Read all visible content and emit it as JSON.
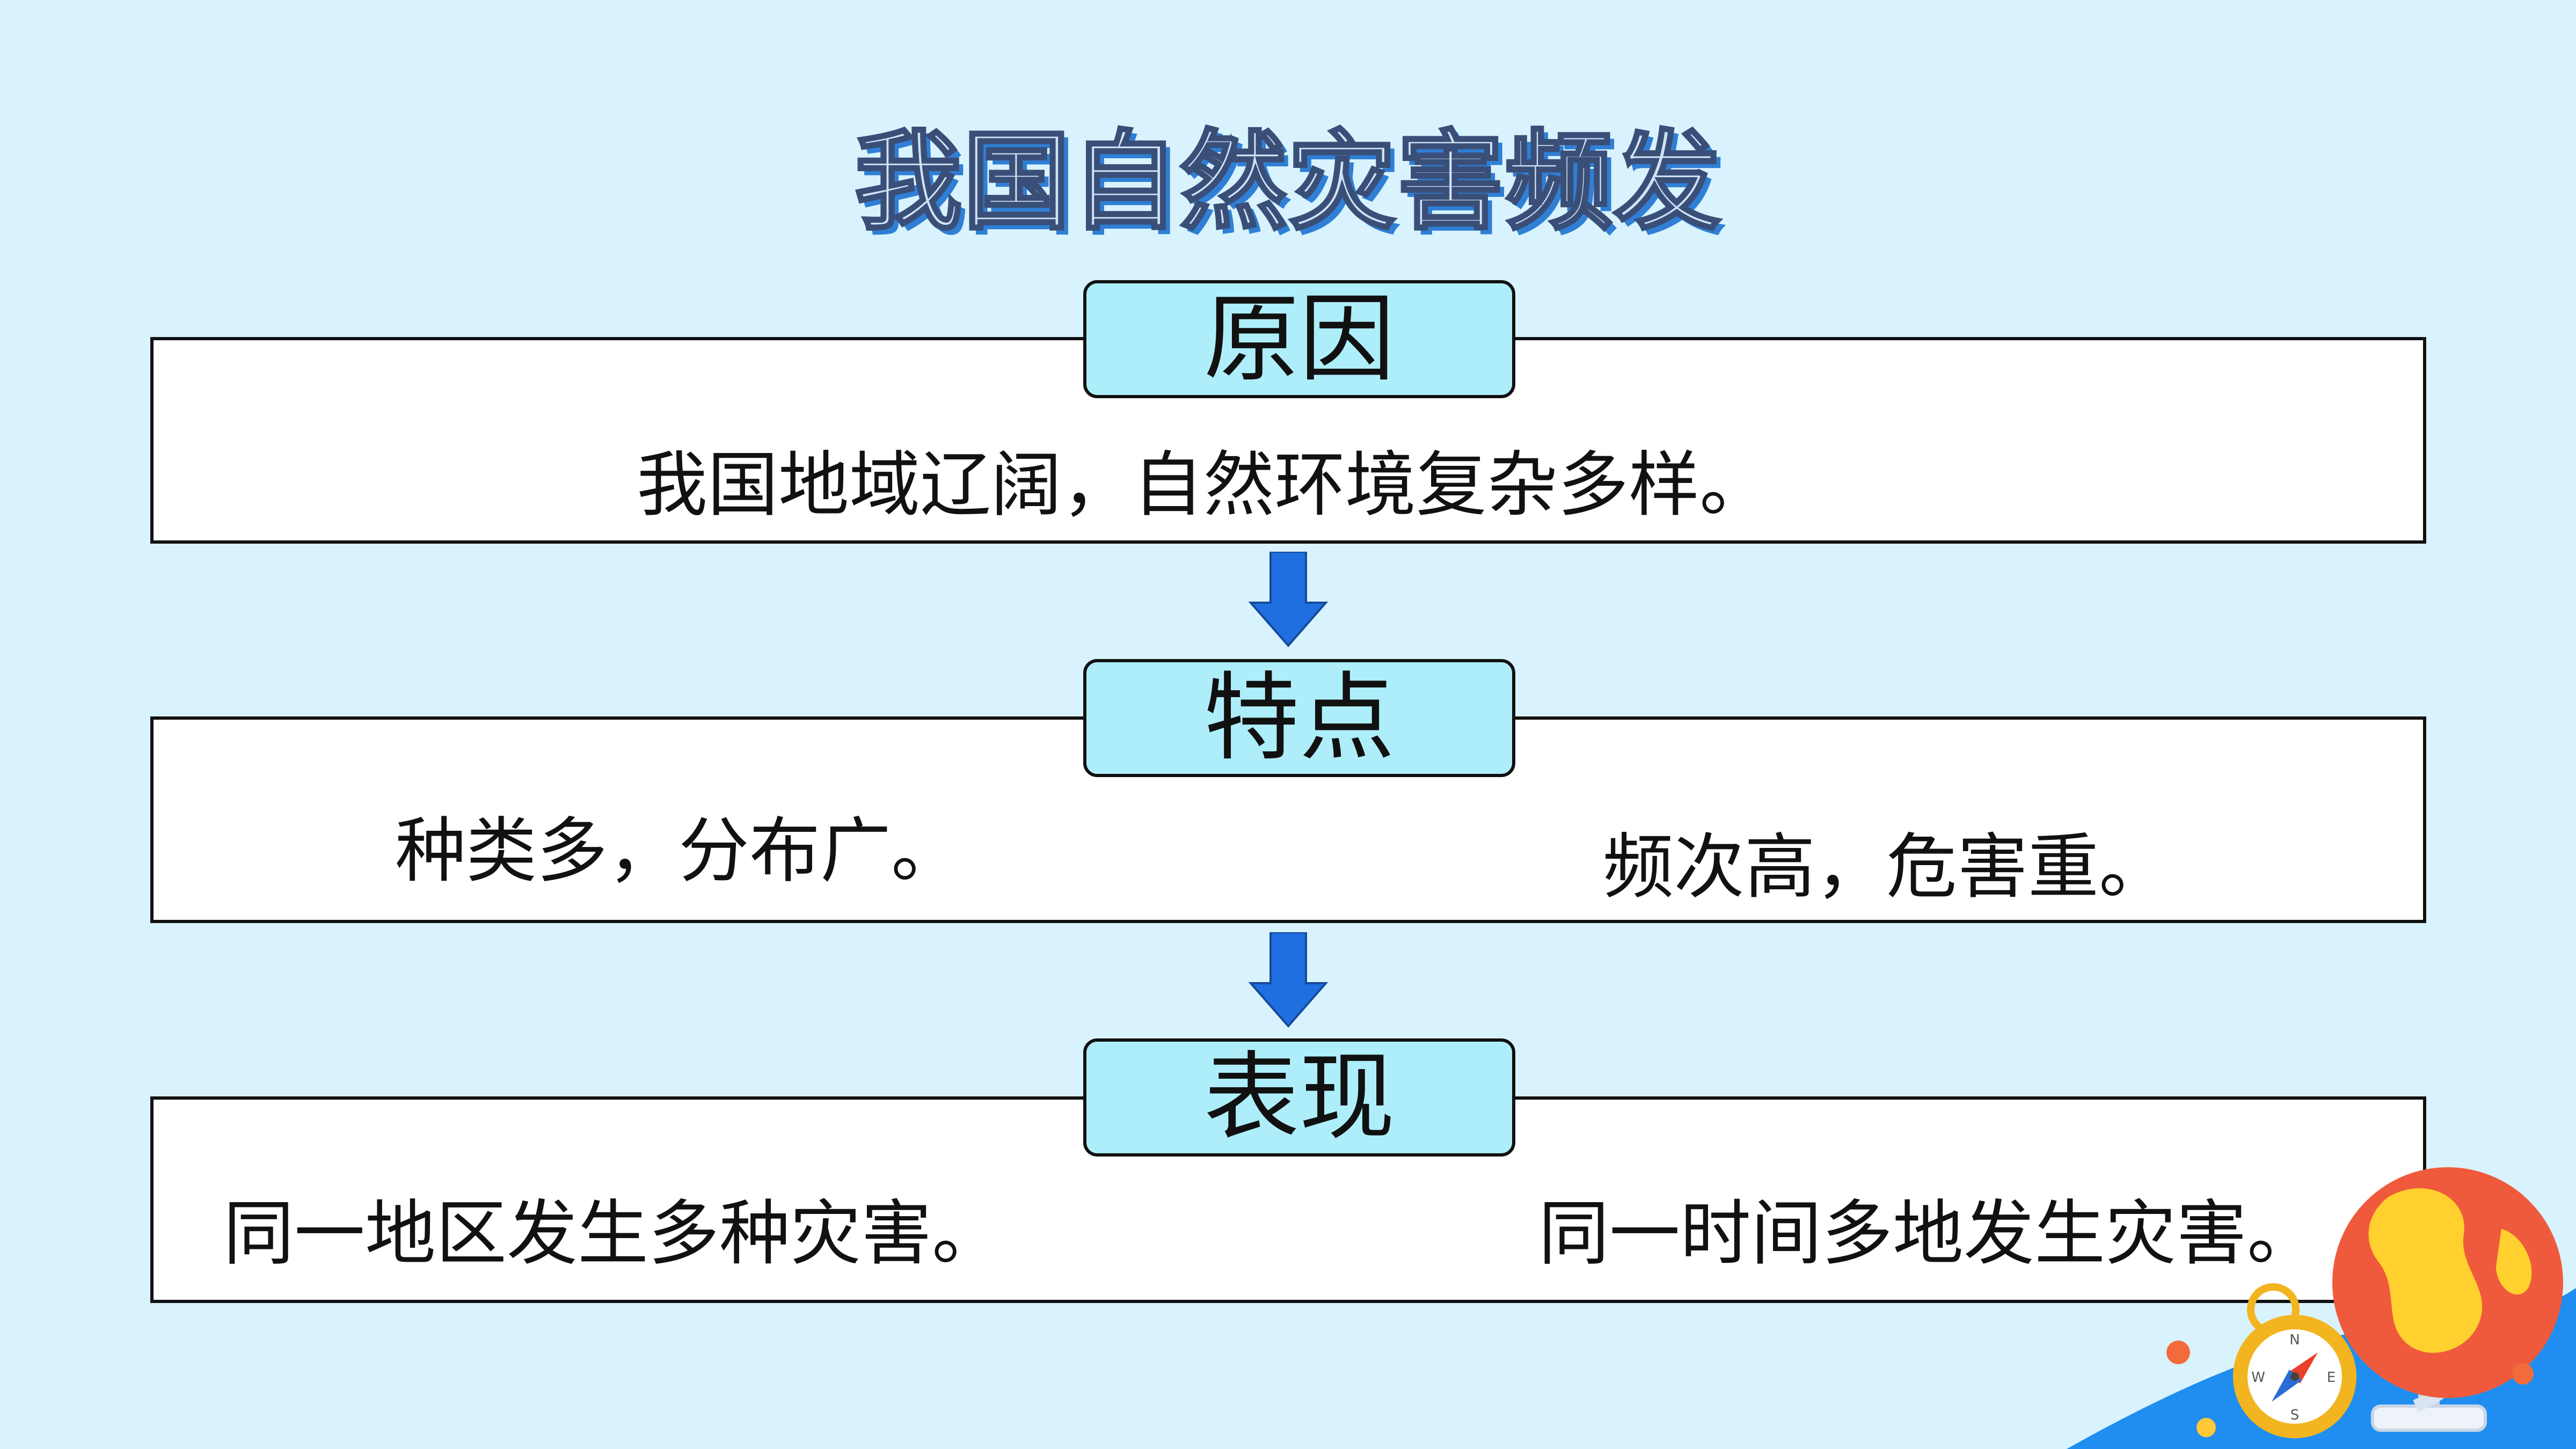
{
  "title": "我国自然灾害频发",
  "sections": [
    {
      "tag": "原因",
      "texts": [
        "我国地域辽阔，自然环境复杂多样。"
      ]
    },
    {
      "tag": "特点",
      "texts": [
        "种类多，分布广。",
        "频次高，危害重。"
      ]
    },
    {
      "tag": "表现",
      "texts": [
        "同一地区发生多种灾害。",
        "同一时间多地发生灾害。"
      ]
    }
  ],
  "compass": {
    "north": "N",
    "west": "W",
    "east": "E",
    "south": "S"
  },
  "colors": {
    "background": "#d8f3fd",
    "tag_fill": "#aeeefb",
    "arrow": "#1f6fe0",
    "title_shadow": "#2f7fd6"
  }
}
